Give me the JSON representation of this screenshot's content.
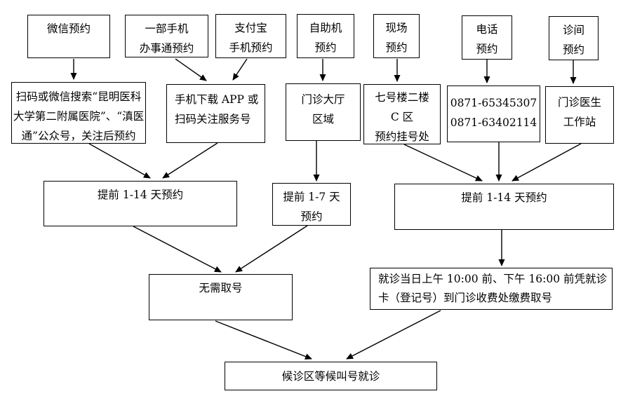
{
  "nodes": {
    "wechat": "微信预约",
    "mobile_gov": "一部手机\n办事通预约",
    "alipay": "支付宝\n手机预约",
    "self_service": "自助机\n预约",
    "onsite": "现场\n预约",
    "telephone": "电话\n预约",
    "consult_room": "诊间\n预约",
    "wechat_detail": "扫码或微信搜索“昆明医科\n大学第二附属医院”、“滇医\n通”公众号，关注后预约",
    "app_detail": "手机下载 APP 或\n扫码关注服务号",
    "hall_area": "门诊大厅\n区域",
    "building7": "七号楼二楼\nC 区\n预约挂号处",
    "phone_numbers": "0871-65345307\n0871-63402114",
    "doctor_station": "门诊医生\n工作站",
    "advance_1_14_left": "提前 1-14 天预约",
    "advance_1_7": "提前 1-7 天\n预约",
    "advance_1_14_right": "提前 1-14 天预约",
    "no_ticket": "无需取号",
    "pay_ticket": "就诊当日上午 10:00 前、下午 16:00 前凭就诊\n卡（登记号）到门诊收费处缴费取号",
    "waiting": "候诊区等候叫号就诊"
  }
}
